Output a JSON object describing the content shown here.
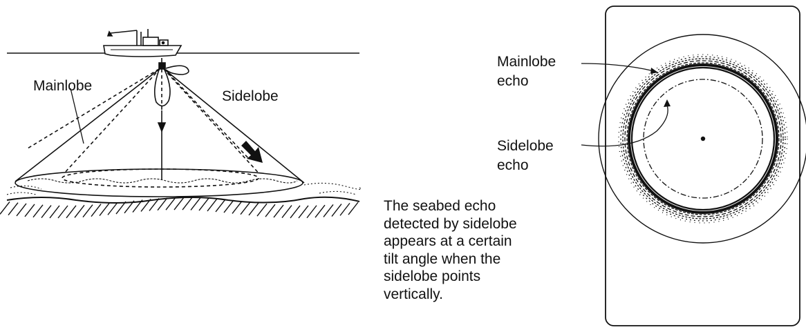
{
  "left_diagram": {
    "mainlobe_label": "Mainlobe",
    "sidelobe_label": "Sidelobe"
  },
  "screen_diagram": {
    "mainlobe_echo_label": [
      "Mainlobe",
      "echo"
    ],
    "sidelobe_echo_label": [
      "Sidelobe",
      "echo"
    ]
  },
  "caption": [
    "The seabed echo",
    "detected by sidelobe",
    "appears at a certain",
    "tilt angle when the",
    "sidelobe points",
    "vertically."
  ],
  "colors": {
    "ink": "#111111",
    "background": "#ffffff"
  }
}
